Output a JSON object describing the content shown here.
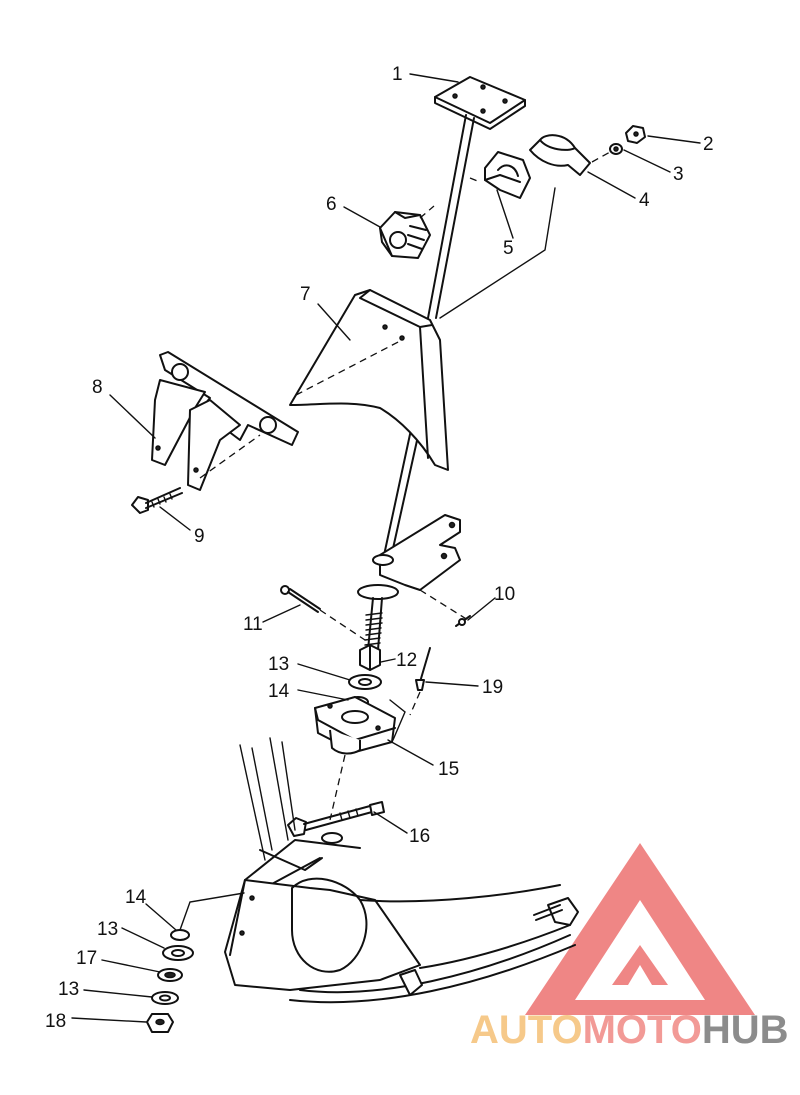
{
  "callouts": [
    {
      "id": "c1",
      "text": "1"
    },
    {
      "id": "c2",
      "text": "2"
    },
    {
      "id": "c3",
      "text": "3"
    },
    {
      "id": "c4",
      "text": "4"
    },
    {
      "id": "c5",
      "text": "5"
    },
    {
      "id": "c6",
      "text": "6"
    },
    {
      "id": "c7",
      "text": "7"
    },
    {
      "id": "c8",
      "text": "8"
    },
    {
      "id": "c9",
      "text": "9"
    },
    {
      "id": "c10",
      "text": "10"
    },
    {
      "id": "c11",
      "text": "11"
    },
    {
      "id": "c12",
      "text": "12"
    },
    {
      "id": "c13a",
      "text": "13"
    },
    {
      "id": "c14a",
      "text": "14"
    },
    {
      "id": "c15",
      "text": "15"
    },
    {
      "id": "c16",
      "text": "16"
    },
    {
      "id": "c19",
      "text": "19"
    },
    {
      "id": "c14b",
      "text": "14"
    },
    {
      "id": "c13b",
      "text": "13"
    },
    {
      "id": "c17",
      "text": "17"
    },
    {
      "id": "c13c",
      "text": "13"
    },
    {
      "id": "c18",
      "text": "18"
    }
  ],
  "watermark": {
    "part1": "AUTO",
    "part2": "MOTO",
    "part3": "HUB",
    "colors": {
      "part1": "#f6c98a",
      "part2": "#f29a96",
      "part3": "#8c8c8c",
      "logo": "#ee6f6f"
    }
  }
}
